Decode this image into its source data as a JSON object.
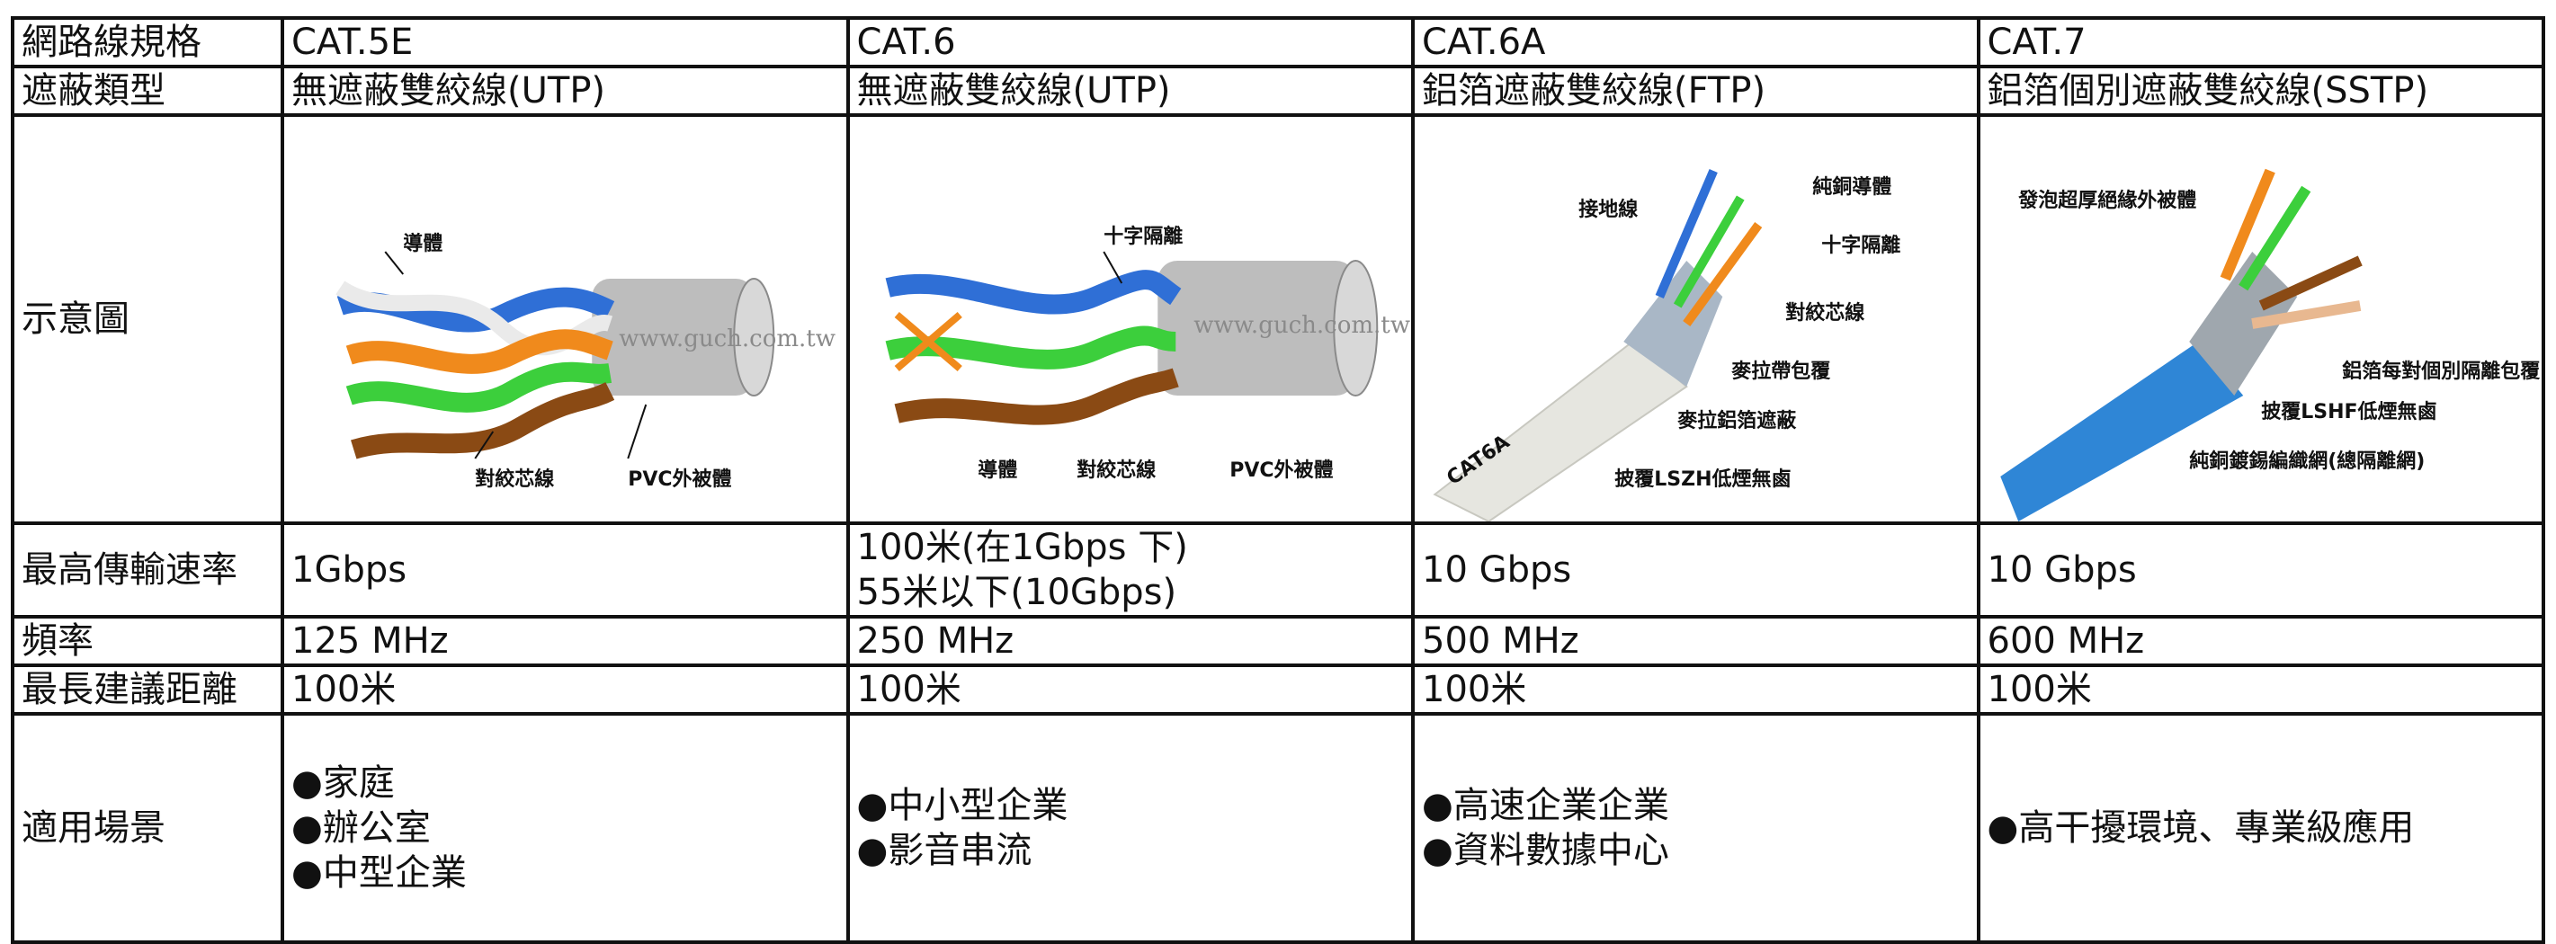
{
  "rows": {
    "spec": {
      "label": "網路線規格",
      "cols": [
        "CAT.5E",
        "CAT.6",
        "CAT.6A",
        "CAT.7"
      ]
    },
    "shield": {
      "label": "遮蔽類型",
      "cols": [
        "無遮蔽雙絞線(UTP)",
        "無遮蔽雙絞線(UTP)",
        "鋁箔遮蔽雙絞線(FTP)",
        "鋁箔個別遮蔽雙絞線(SSTP)"
      ]
    },
    "diagram": {
      "label": "示意圖"
    },
    "speed": {
      "label": "最高傳輸速率",
      "cols": [
        [
          "1Gbps"
        ],
        [
          "100米(在1Gbps 下)",
          "55米以下(10Gbps)"
        ],
        [
          "10 Gbps"
        ],
        [
          "10 Gbps"
        ]
      ]
    },
    "freq": {
      "label": "頻率",
      "cols": [
        "125 MHz",
        "250 MHz",
        "500 MHz",
        "600 MHz"
      ]
    },
    "dist": {
      "label": "最長建議距離",
      "cols": [
        "100米",
        "100米",
        "100米",
        "100米"
      ]
    },
    "use": {
      "label": "適用場景",
      "cols": [
        [
          "家庭",
          "辦公室",
          "中型企業"
        ],
        [
          "中小型企業",
          "影音串流"
        ],
        [
          "高速企業企業",
          "資料數據中心"
        ],
        [
          "高干擾環境、專業級應用"
        ]
      ]
    }
  },
  "diagrams": {
    "cat5e": {
      "watermark": "www.guch.com.tw",
      "conductor": "導體",
      "twisted": "對絞芯線",
      "jacket": "PVC外被體",
      "colors": {
        "blue": "#2f6fd6",
        "orange": "#f08a1c",
        "green": "#3ccf3c",
        "brown": "#8a4a14",
        "jacket": "#bdbdbd"
      }
    },
    "cat6": {
      "watermark": "www.guch.com.tw",
      "cross": "十字隔離",
      "conductor": "導體",
      "twisted": "對絞芯線",
      "jacket": "PVC外被體"
    },
    "cat6a": {
      "ground": "接地線",
      "copper": "純銅導體",
      "cross": "十字隔離",
      "twisted": "對絞芯線",
      "mylar": "麥拉帶包覆",
      "foil": "麥拉鋁箔遮蔽",
      "lszh": "披覆LSZH低煙無鹵",
      "print": "CAT6A"
    },
    "cat7": {
      "foam": "發泡超厚絕緣外被體",
      "pairfoil": "鋁箔每對個別隔離包覆",
      "lshf": "披覆LSHF低煙無鹵",
      "braid": "純銅鍍錫編織網(總隔離網)"
    }
  }
}
